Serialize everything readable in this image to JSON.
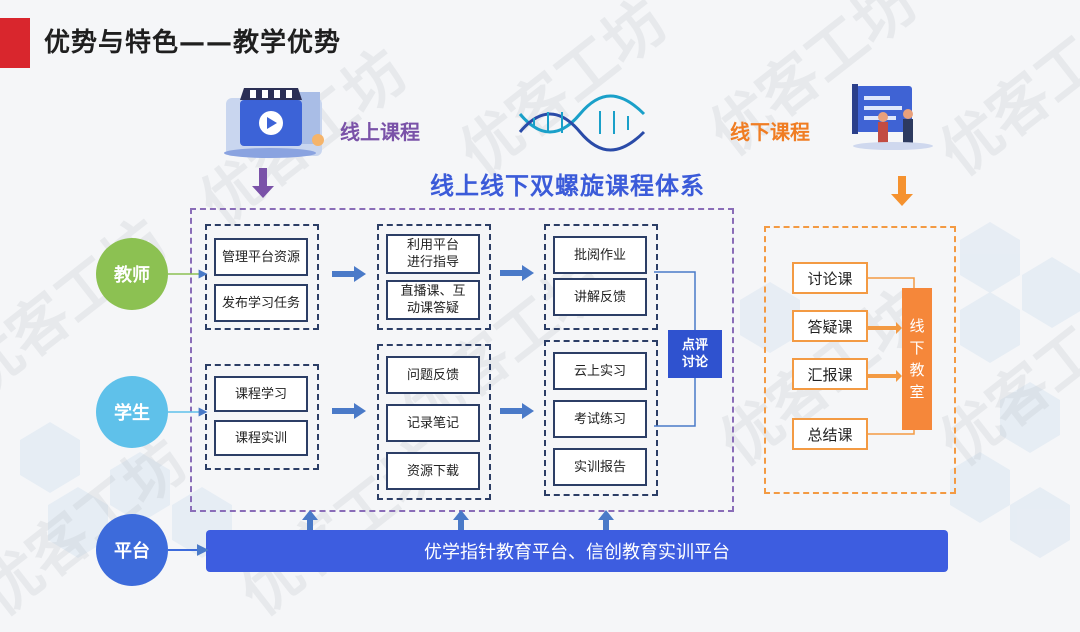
{
  "header": {
    "title": "优势与特色——教学优势"
  },
  "watermark": {
    "text": "优客工坊"
  },
  "top": {
    "online_label": "线上课程",
    "offline_label": "线下课程",
    "system_title": "线上线下双螺旋课程体系"
  },
  "roles": {
    "teacher": "教师",
    "student": "学生",
    "platform": "平台"
  },
  "teacher_col1": [
    "管理平台资源",
    "发布学习任务"
  ],
  "teacher_col2": [
    "利用平台进行指导",
    "直播课、互动课答疑"
  ],
  "teacher_col3": [
    "批阅作业",
    "讲解反馈"
  ],
  "student_col1": [
    "课程学习",
    "课程实训"
  ],
  "student_col2": [
    "问题反馈",
    "记录笔记",
    "资源下载"
  ],
  "student_col3": [
    "云上实习",
    "考试练习",
    "实训报告"
  ],
  "review": "点评讨论",
  "offline_items": [
    "讨论课",
    "答疑课",
    "汇报课",
    "总结课"
  ],
  "offline_room": "线下教室",
  "platform_bar": "优学指针教育平台、信创教育实训平台",
  "colors": {
    "accent_red": "#d9262d",
    "purple": "#7a52a8",
    "orange": "#f07d23",
    "blue": "#3b5bd9",
    "navy": "#2c3e66",
    "teacher_green": "#8cc152",
    "student_cyan": "#5fc1ea",
    "platform_blue": "#3d6bdb"
  }
}
